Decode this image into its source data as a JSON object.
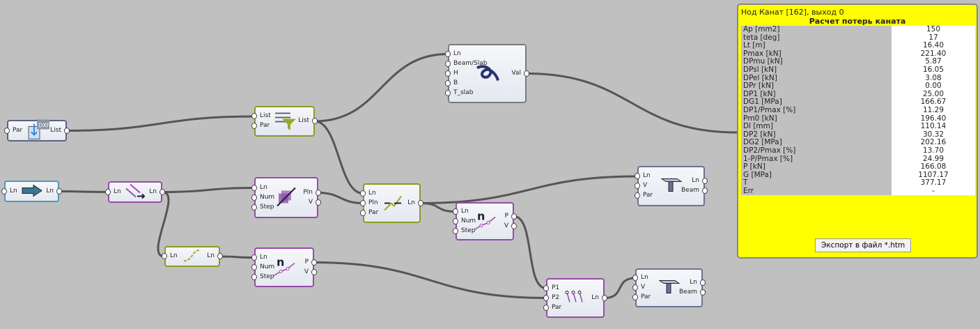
{
  "nodes": {
    "dxf": {
      "inputs": [
        "Par"
      ],
      "outputs": [
        "List"
      ],
      "icon": "dxf-import-icon",
      "badge": "DXF"
    },
    "filter": {
      "inputs": [
        "List",
        "Par"
      ],
      "outputs": [
        "List"
      ],
      "icon": "layer-filter-icon"
    },
    "knot": {
      "inputs": [
        "Ln",
        "Beam/Slab",
        "H",
        "B",
        "T_slab"
      ],
      "outputs": [
        "Val"
      ],
      "icon": "cable-knot-icon"
    },
    "lnin": {
      "inputs": [
        "Ln"
      ],
      "outputs": [
        "Ln"
      ],
      "icon": "arrow-right-icon"
    },
    "offset": {
      "inputs": [
        "Ln"
      ],
      "outputs": [
        "Ln"
      ],
      "icon": "line-offset-icon"
    },
    "pln": {
      "inputs": [
        "Ln",
        "Num",
        "Step"
      ],
      "outputs": [
        "Pln",
        "V"
      ],
      "icon": "planes-icon"
    },
    "orient": {
      "inputs": [
        "Ln",
        "Pln",
        "Par"
      ],
      "outputs": [
        "Ln"
      ],
      "icon": "line-orient-icon"
    },
    "beam1": {
      "inputs": [
        "Ln",
        "V",
        "Par"
      ],
      "outputs": [
        "Ln",
        "Beam"
      ],
      "icon": "beam-icon"
    },
    "div1": {
      "inputs": [
        "Ln",
        "Num",
        "Step"
      ],
      "outputs": [
        "P",
        "V"
      ],
      "icon": "divide-n-icon"
    },
    "curve": {
      "inputs": [
        "Ln"
      ],
      "outputs": [
        "Ln"
      ],
      "icon": "curve-icon"
    },
    "div2": {
      "inputs": [
        "Ln",
        "Num",
        "Step"
      ],
      "outputs": [
        "P",
        "V"
      ],
      "icon": "divide-n-icon"
    },
    "pts": {
      "inputs": [
        "P1",
        "P2",
        "Par"
      ],
      "outputs": [
        "Ln"
      ],
      "icon": "points-lines-icon"
    },
    "beam2": {
      "inputs": [
        "Ln",
        "V",
        "Par"
      ],
      "outputs": [
        "Ln",
        "Beam"
      ],
      "icon": "beam-icon"
    }
  },
  "panel": {
    "title": "Нод Канат [162], выход 0",
    "heading": "Расчет потерь каната",
    "rows": [
      [
        "Ap [mm2]",
        "150"
      ],
      [
        "teta [deg]",
        "17"
      ],
      [
        "Lt [m]",
        "16.40"
      ],
      [
        "Pmax [kN]",
        "221.40"
      ],
      [
        "DPmu [kN]",
        "5.87"
      ],
      [
        "DPsl [kN]",
        "16.05"
      ],
      [
        "DPel [kN]",
        "3.08"
      ],
      [
        "DPr [kN]",
        "0.00"
      ],
      [
        "DP1 [kN]",
        "25.00"
      ],
      [
        "DG1 [MPa]",
        "166.67"
      ],
      [
        "DP1/Pmax [%]",
        "11.29"
      ],
      [
        "Pm0 [kN]",
        "196.40"
      ],
      [
        "Dl [mm]",
        "110.14"
      ],
      [
        "DP2 [kN]",
        "30.32"
      ],
      [
        "DG2 [MPa]",
        "202.16"
      ],
      [
        "DP2/Pmax [%]",
        "13.70"
      ],
      [
        "1-P/Pmax [%]",
        "24.99"
      ],
      [
        "P [kN]",
        "166.08"
      ],
      [
        "G [MPa]",
        "1107.17"
      ],
      [
        "T",
        "377.17"
      ],
      [
        "Err",
        "-"
      ]
    ],
    "export_label": "Экспорт в файл *.htm"
  },
  "colors": {
    "canvas": "#c0c0c0",
    "panel": "#ffff00",
    "wire": "#555555"
  }
}
